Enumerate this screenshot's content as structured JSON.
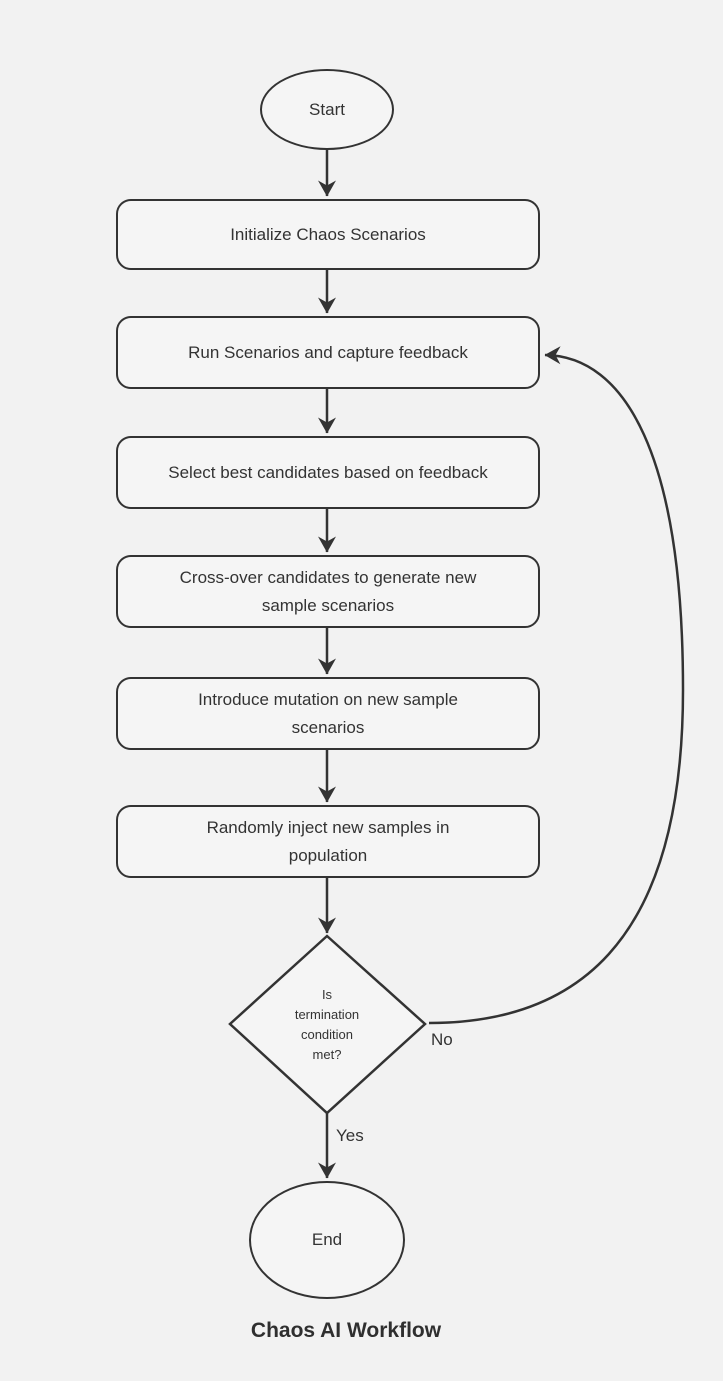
{
  "diagram": {
    "title": "Chaos AI Workflow",
    "type": "flowchart",
    "colors": {
      "background": "#f2f2f2",
      "node_fill": "#f5f5f5",
      "stroke": "#333333",
      "text": "#333333"
    },
    "nodes": {
      "start": "Start",
      "init": "Initialize Chaos Scenarios",
      "run": "Run Scenarios and capture feedback",
      "select": "Select best candidates based on feedback",
      "crossover": "Cross-over candidates to generate new\nsample scenarios",
      "mutation": "Introduce mutation on new sample\nscenarios",
      "inject": "Randomly inject new samples in\npopulation",
      "decision": "Is\ntermination\ncondition\nmet?",
      "end": "End"
    },
    "edge_labels": {
      "yes": "Yes",
      "no": "No"
    }
  }
}
